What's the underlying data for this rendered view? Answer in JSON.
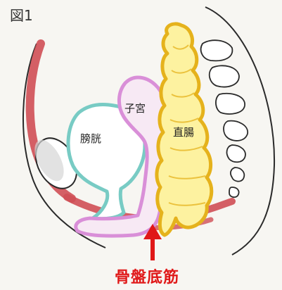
{
  "figure": {
    "title": "図1"
  },
  "labels": {
    "bladder": "膀胱",
    "uterus": "子宮",
    "rectum": "直腸",
    "pelvic_floor": "骨盤底筋"
  },
  "colors": {
    "background": "#f7f6f2",
    "outline": "#2a2a2a",
    "pubic_bone": "#cf4f55",
    "bladder": "#78cbc4",
    "uterus": "#d98fd8",
    "uterus_fill": "#f7e9f4",
    "rectum": "#e5b21c",
    "rectum_fill": "#fdf2a0",
    "pelvic_floor_band": "#cf4f55",
    "arrow": "#e01818",
    "label_red": "#e01818"
  }
}
